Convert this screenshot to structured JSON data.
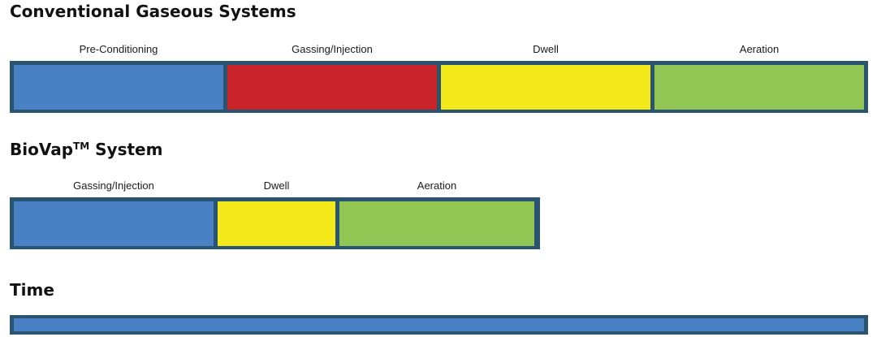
{
  "conventional": {
    "title": "Conventional Gaseous Systems",
    "segments": [
      {
        "label": "Pre-Conditioning",
        "color": "#4a80c4"
      },
      {
        "label": "Gassing/Injection",
        "color": "#c8242a"
      },
      {
        "label": "Dwell",
        "color": "#f3e81a"
      },
      {
        "label": "Aeration",
        "color": "#92c755"
      }
    ]
  },
  "biovap": {
    "title": "BioVap",
    "trademark": "TM",
    "title_suffix": " System",
    "segments": [
      {
        "label": "Gassing/Injection",
        "color": "#4a80c4"
      },
      {
        "label": "Dwell",
        "color": "#f3e81a"
      },
      {
        "label": "Aeration",
        "color": "#92c755"
      }
    ]
  },
  "time": {
    "title": "Time",
    "bar_color": "#4a80c4"
  },
  "border_color": "#2a5470"
}
